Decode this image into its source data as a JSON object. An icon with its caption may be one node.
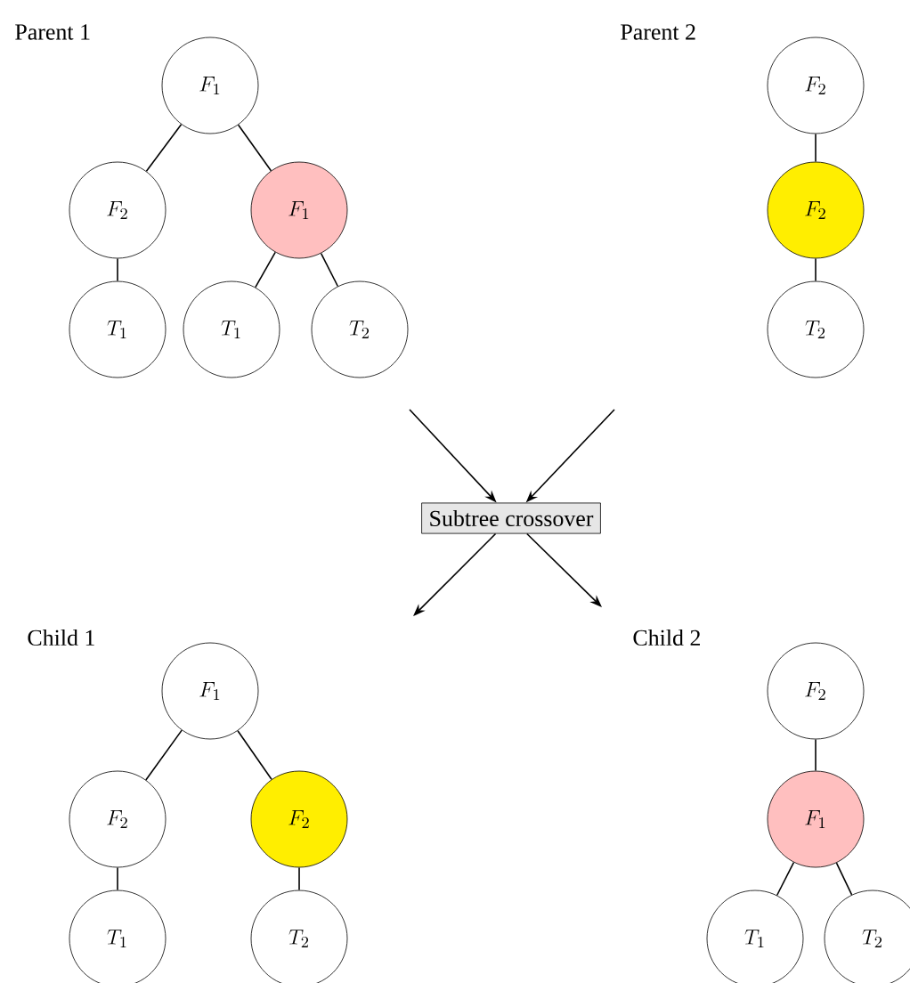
{
  "diagram": {
    "nodes": [
      {
        "text": [
          "F_1"
        ]
      },
      {
        "text": [
          "F_2"
        ]
      },
      {
        "text": [
          "F_1"
        ]
      },
      {
        "text": [
          "T_1"
        ]
      },
      {
        "text": [
          "T_1"
        ]
      },
      {
        "text": [
          "T_2"
        ]
      },
      {
        "text": [
          "F_2"
        ]
      },
      {
        "text": [
          "F_2"
        ]
      },
      {
        "text": [
          "T_2"
        ]
      },
      {
        "text": [
          "Subtree crossover"
        ]
      },
      {
        "text": [
          "F_1"
        ]
      },
      {
        "text": [
          "F_2"
        ]
      },
      {
        "text": [
          "F_2"
        ]
      },
      {
        "text": [
          "T_1"
        ]
      },
      {
        "text": [
          "T_2"
        ]
      },
      {
        "text": [
          "F_2"
        ]
      },
      {
        "text": [
          "F_1"
        ]
      },
      {
        "text": [
          "T_1"
        ]
      },
      {
        "text": [
          "T_2"
        ]
      }
    ],
    "edges": [
      {
        "from": 0,
        "to": 1,
        "arrow": "none"
      },
      {
        "from": 0,
        "to": 2,
        "arrow": "none"
      },
      {
        "from": 1,
        "to": 3,
        "arrow": "none"
      },
      {
        "from": 2,
        "to": 4,
        "arrow": "none"
      },
      {
        "from": 2,
        "to": 5,
        "arrow": "none"
      },
      {
        "from": 6,
        "to": 7,
        "arrow": "none"
      },
      {
        "from": 7,
        "to": 8,
        "arrow": "none"
      },
      {
        "from": null,
        "to": 9,
        "arrow": "to"
      },
      {
        "from": null,
        "to": 9,
        "arrow": "to"
      },
      {
        "from": 9,
        "to": null,
        "arrow": "to"
      },
      {
        "from": 9,
        "to": null,
        "arrow": "to"
      },
      {
        "from": 10,
        "to": 11,
        "arrow": "none"
      },
      {
        "from": 10,
        "to": 12,
        "arrow": "none"
      },
      {
        "from": 11,
        "to": 13,
        "arrow": "none"
      },
      {
        "from": 12,
        "to": 14,
        "arrow": "none"
      },
      {
        "from": 15,
        "to": 16,
        "arrow": "none"
      },
      {
        "from": 16,
        "to": 17,
        "arrow": "none"
      },
      {
        "from": 16,
        "to": 18,
        "arrow": "none"
      }
    ],
    "labels": [
      "Parent 1",
      "Parent 2",
      "Child 1",
      "Child 2"
    ]
  }
}
